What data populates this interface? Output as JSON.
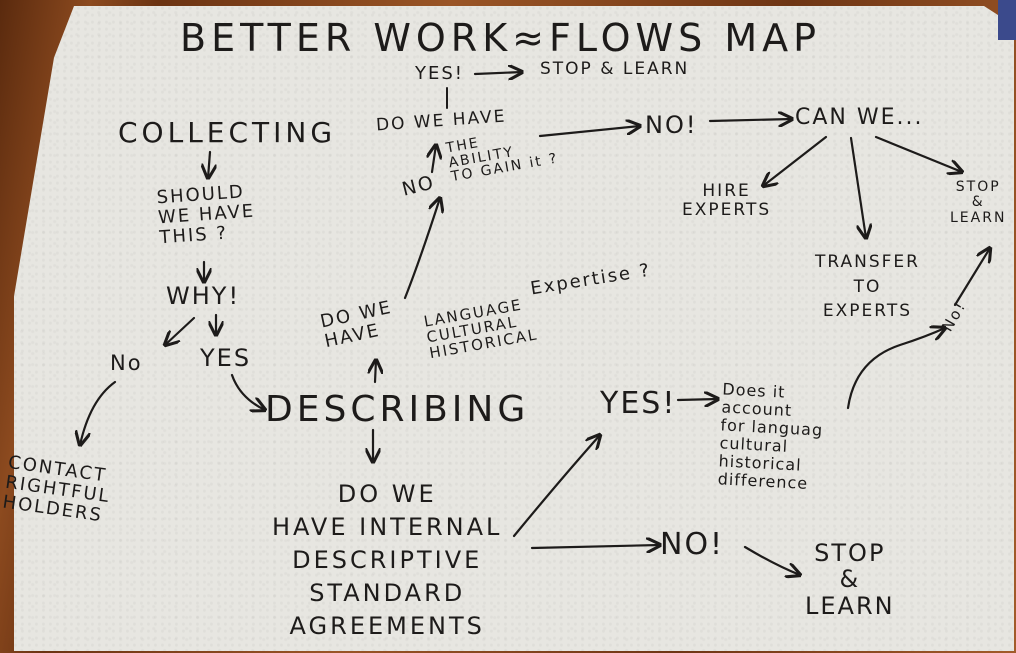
{
  "title": "BETTER WORK≈FLOWS MAP",
  "nodes": {
    "collecting": "COLLECTING",
    "should_we_have_this": "SHOULD\nWE HAVE\nTHIS ?",
    "why": "WHY!",
    "no_left": "No",
    "yes_left": "YES",
    "contact_rightful_holders": "CONTACT\nRIGHTFUL\nHOLDERS",
    "describing": "DESCRIBING",
    "do_we_have_internal": "DO WE\nHAVE INTERNAL\nDESCRIPTIVE\nSTANDARD\nAGREEMENTS",
    "do_we_have": "DO WE\nHAVE",
    "language_cultural_historical": "LANGUAGE\nCULTURAL\nHISTORICAL",
    "expertise": "Expertise ?",
    "no_mid": "NO",
    "do_we_have_top": "DO WE HAVE",
    "the_ability_to_gain_it": "THE\nABILITY\nTO GAIN it ?",
    "yes_top": "YES!",
    "stop_learn_top": "STOP & LEARN",
    "no_ability": "NO!",
    "can_we": "CAN WE...",
    "hire_experts": "HIRE\nEXPERTS",
    "transfer_to_experts": "TRANSFER\nTO\nEXPERTS",
    "stop_learn_right": "STOP\n&\nLEARN",
    "yes_internal": "YES!",
    "does_it_account": "Does it\naccount\nfor languag\ncultural\nhistorical\ndifference",
    "no_internal": "NO!",
    "stop_learn_bottom": "STOP\n&\nLEARN",
    "no_small": "No!"
  },
  "colors": {
    "ink": "#1d1b1a",
    "paper": "#e7e6e1"
  }
}
